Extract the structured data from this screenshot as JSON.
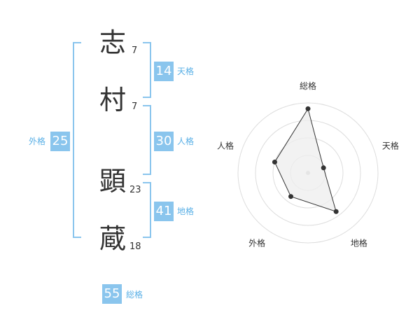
{
  "name": {
    "chars": [
      {
        "char": "志",
        "strokes": "7"
      },
      {
        "char": "村",
        "strokes": "7"
      },
      {
        "char": "顕",
        "strokes": "23"
      },
      {
        "char": "蔵",
        "strokes": "18"
      }
    ]
  },
  "fortunes": {
    "tenkaku": {
      "value": "14",
      "label": "天格"
    },
    "jinkaku": {
      "value": "30",
      "label": "人格"
    },
    "chikaku": {
      "value": "41",
      "label": "地格"
    },
    "gaikaku": {
      "value": "25",
      "label": "外格"
    },
    "soukaku": {
      "value": "55",
      "label": "総格"
    }
  },
  "chart_data": {
    "type": "radar",
    "axes": [
      "総格",
      "天格",
      "地格",
      "外格",
      "人格"
    ],
    "values": [
      55,
      14,
      41,
      25,
      30
    ],
    "rlim": [
      0,
      60
    ],
    "grid_rings": 4,
    "grid": true,
    "colors": {
      "fill": "#eeeeee",
      "line": "#333333",
      "point": "#333333",
      "grid": "#dddddd",
      "center": "#cccccc"
    }
  },
  "colors": {
    "accent": "#8ac5ed",
    "accent_text": "#5ab0e6",
    "text": "#333333"
  }
}
